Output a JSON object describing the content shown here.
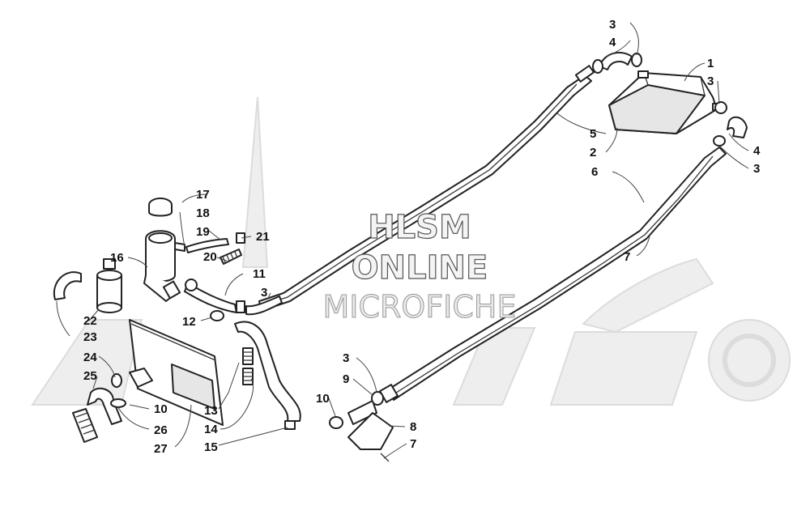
{
  "watermark": {
    "line1": "HLSM",
    "line2": "ONLINE",
    "line3": "MICROFICHE"
  },
  "callouts": [
    {
      "id": "c1",
      "text": "1"
    },
    {
      "id": "c2",
      "text": "2"
    },
    {
      "id": "c3a",
      "text": "3"
    },
    {
      "id": "c3b",
      "text": "3"
    },
    {
      "id": "c3c",
      "text": "3"
    },
    {
      "id": "c3d",
      "text": "3"
    },
    {
      "id": "c3e",
      "text": "3"
    },
    {
      "id": "c4a",
      "text": "4"
    },
    {
      "id": "c4b",
      "text": "4"
    },
    {
      "id": "c5",
      "text": "5"
    },
    {
      "id": "c6",
      "text": "6"
    },
    {
      "id": "c7a",
      "text": "7"
    },
    {
      "id": "c7b",
      "text": "7"
    },
    {
      "id": "c8",
      "text": "8"
    },
    {
      "id": "c9",
      "text": "9"
    },
    {
      "id": "c10a",
      "text": "10"
    },
    {
      "id": "c10b",
      "text": "10"
    },
    {
      "id": "c11",
      "text": "11"
    },
    {
      "id": "c12",
      "text": "12"
    },
    {
      "id": "c13",
      "text": "13"
    },
    {
      "id": "c14",
      "text": "14"
    },
    {
      "id": "c15",
      "text": "15"
    },
    {
      "id": "c16",
      "text": "16"
    },
    {
      "id": "c17",
      "text": "17"
    },
    {
      "id": "c18",
      "text": "18"
    },
    {
      "id": "c19",
      "text": "19"
    },
    {
      "id": "c20",
      "text": "20"
    },
    {
      "id": "c21",
      "text": "21"
    },
    {
      "id": "c22",
      "text": "22"
    },
    {
      "id": "c23",
      "text": "23"
    },
    {
      "id": "c24",
      "text": "24"
    },
    {
      "id": "c25",
      "text": "25"
    },
    {
      "id": "c26",
      "text": "26"
    },
    {
      "id": "c27",
      "text": "27"
    }
  ]
}
